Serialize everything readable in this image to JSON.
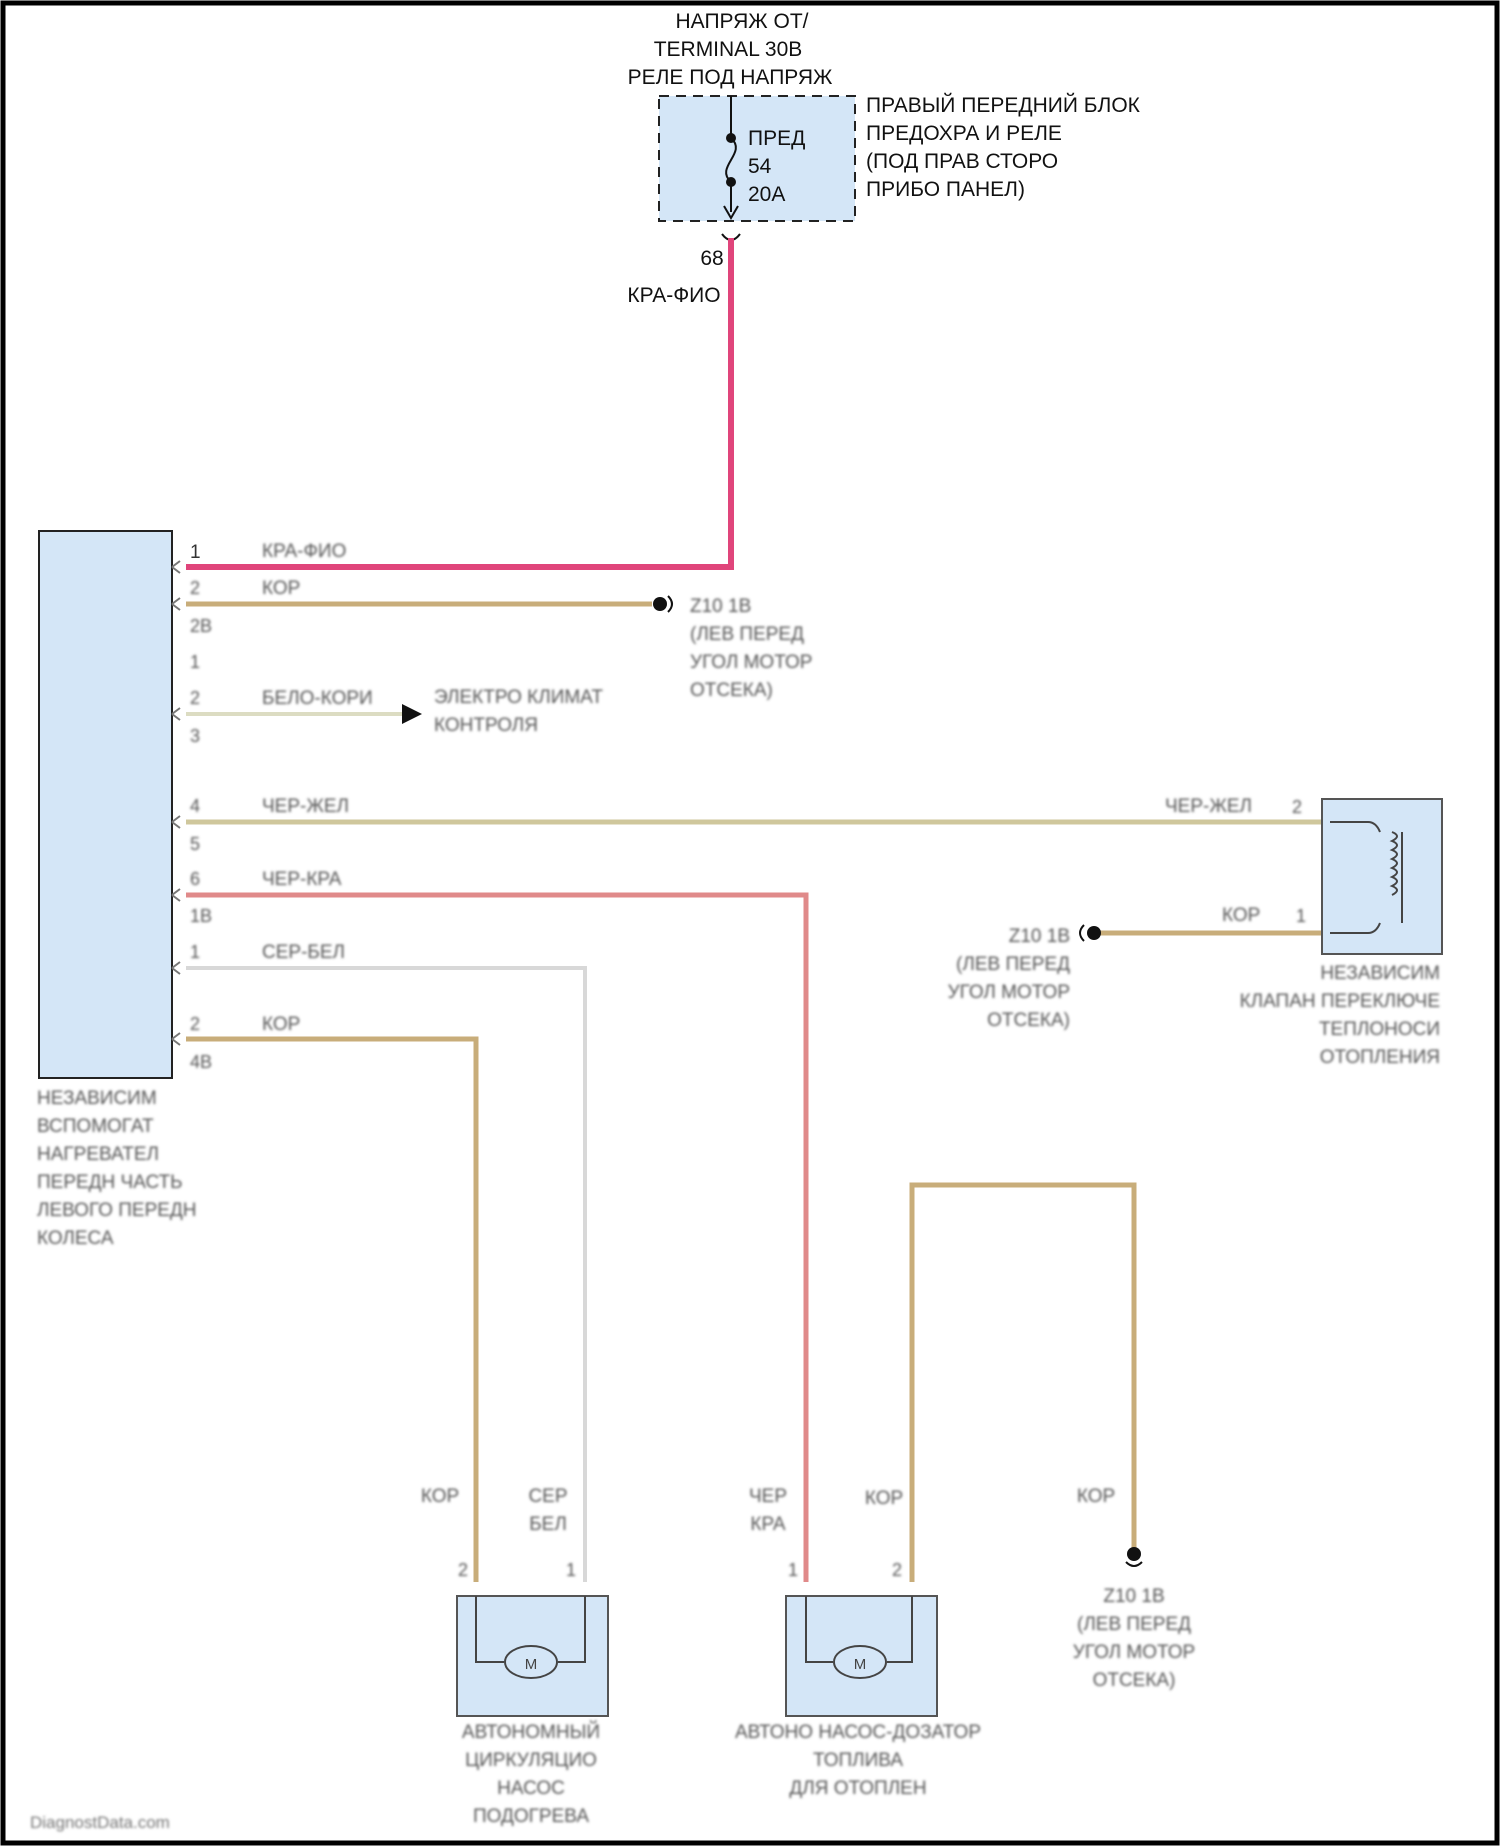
{
  "colors": {
    "background": "#ffffff",
    "component_fill": "#d4e6f7",
    "wire_kra_fio": "#e0457b",
    "wire_kor": "#c8ad7a",
    "wire_chr_zhel": "#cfc79c",
    "wire_chr_kra": "#e08a8a",
    "wire_ser_bel": "#d8d8d8",
    "wire_belo_kor": "#dcdcc2",
    "ground": "#111111"
  },
  "power": {
    "source_lines": [
      "НАПРЯЖ ОТ/",
      "TERMINAL 30B",
      "РЕЛЕ ПОД НАПРЯЖ"
    ],
    "fuse_lines": [
      "ПРЕД",
      "54",
      "20A"
    ],
    "block_lines": [
      "ПРАВЫЙ ПЕРЕДНИЙ БЛОК",
      "ПРЕДОХРА И РЕЛЕ",
      "(ПОД ПРАВ СТОРО",
      "ПРИБО ПАНЕЛ)"
    ],
    "connector_pin": "68",
    "wire_label": "КРА-ФИО"
  },
  "heater": {
    "name_lines": [
      "НЕЗАВИСИМ",
      "ВСПОМОГАТ",
      "НАГРЕВАТЕЛ",
      "ПЕРЕДН ЧАСТЬ",
      "ЛЕВОГО ПЕРЕДН",
      "КОЛЕСА"
    ],
    "pins": [
      {
        "pin": "1",
        "wire": "КРА-ФИО"
      },
      {
        "pin": "2",
        "wire": "КОР"
      },
      {
        "pin": "2B",
        "wire": ""
      },
      {
        "pin": "1",
        "wire": ""
      },
      {
        "pin": "2",
        "wire": "БЕЛО-КОРИ"
      },
      {
        "pin": "3",
        "wire": ""
      },
      {
        "pin": "4",
        "wire": "ЧЕР-ЖЕЛ"
      },
      {
        "pin": "5",
        "wire": ""
      },
      {
        "pin": "6",
        "wire": "ЧЕР-КРА"
      },
      {
        "pin": "1B",
        "wire": ""
      },
      {
        "pin": "1",
        "wire": "СЕР-БЕЛ"
      },
      {
        "pin": "2",
        "wire": "КОР"
      },
      {
        "pin": "4B",
        "wire": ""
      }
    ]
  },
  "ground_top": {
    "lines": [
      "Z10 1B",
      "(ЛЕВ ПЕРЕД",
      "УГОЛ МОТОР",
      "ОТСЕКА)"
    ]
  },
  "ground_valve": {
    "lines": [
      "Z10 1B",
      "(ЛЕВ ПЕРЕД",
      "УГОЛ МОТОР",
      "ОТСЕКА)"
    ]
  },
  "ground_bottom": {
    "lines": [
      "Z10 1B",
      "(ЛЕВ ПЕРЕД",
      "УГОЛ МОТОР",
      "ОТСЕКА)"
    ]
  },
  "control_arrow": {
    "lines": [
      "ЭЛЕКТРО КЛИМАТ",
      "КОНТРОЛЯ"
    ]
  },
  "valve": {
    "name_lines": [
      "НЕЗАВИСИМ",
      "КЛАПАН ПЕРЕКЛЮЧЕ",
      "ТЕПЛОНОСИ",
      "ОТОПЛЕНИЯ"
    ],
    "pin2": "2",
    "pin2_wire": "ЧЕР-ЖЕЛ",
    "pin1": "1",
    "pin1_wire": "КОР"
  },
  "pump_circ": {
    "name_lines": [
      "АВТОНОМНЫЙ",
      "ЦИРКУЛЯЦИО",
      "НАСОС",
      "ПОДОГРЕВА"
    ],
    "pin2": "2",
    "pin1": "1",
    "wire_left": [
      "КОР"
    ],
    "wire_right": [
      "СЕР",
      "БЕЛ"
    ]
  },
  "pump_fuel": {
    "name_lines": [
      "АВТОНО НАСОС-ДОЗАТОР",
      "ТОПЛИВА",
      "ДЛЯ ОТОПЛЕН"
    ],
    "pin1": "1",
    "pin2": "2",
    "wire_left": [
      "ЧЕР",
      "КРА"
    ],
    "wire_right": [
      "КОР"
    ]
  },
  "ground_wire_label": "КОР",
  "motor_symbol": "M",
  "watermark": "DiagnostData.com"
}
